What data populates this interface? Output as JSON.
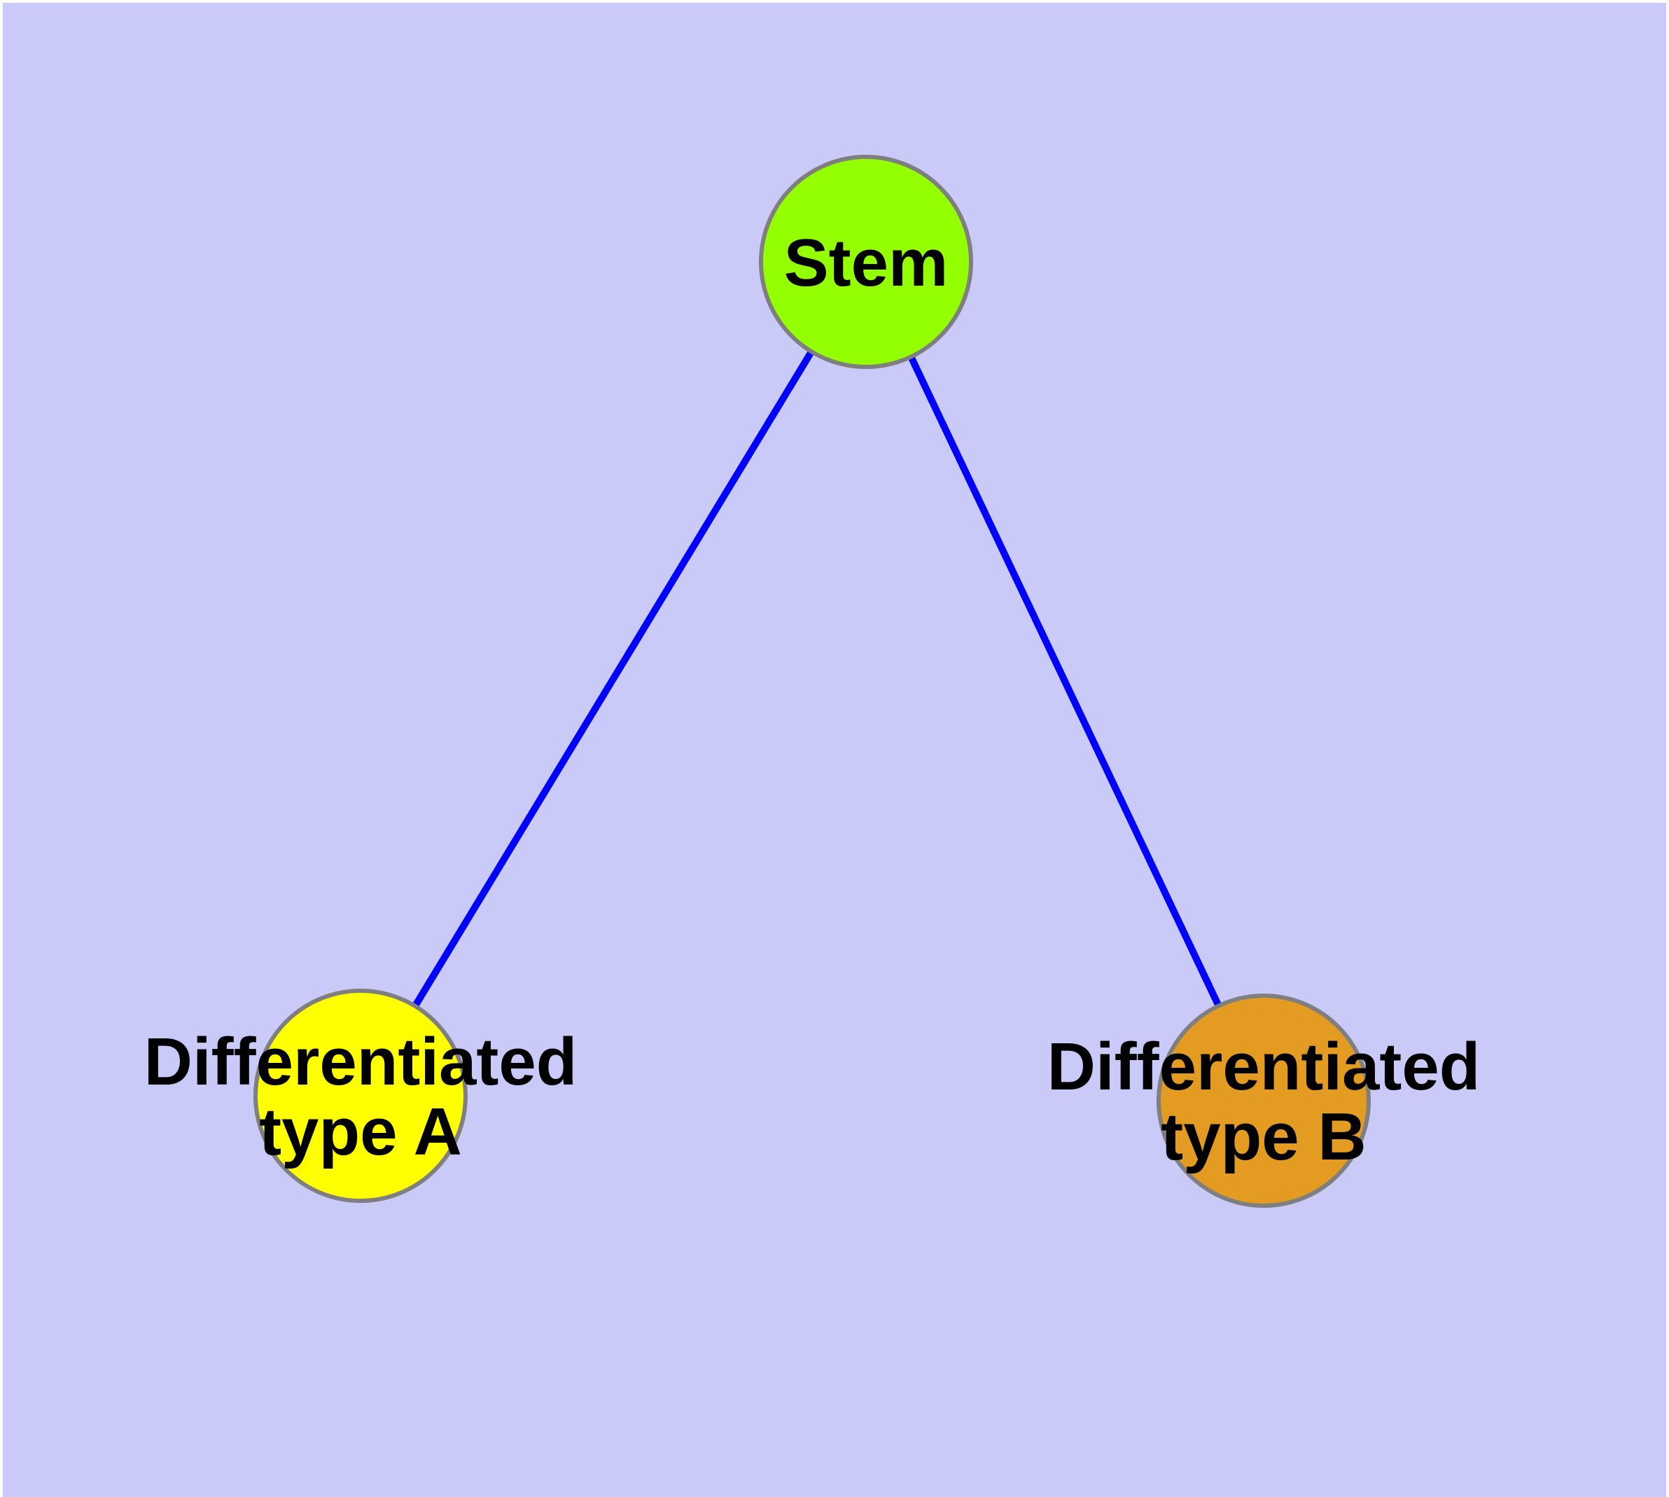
{
  "canvas": {
    "page_color": "#FFFFFF",
    "background_color": "#CACAF8"
  },
  "graph": {
    "edge_color": "#0000FF",
    "node_border_color": "#7F7F7F",
    "label_color": "#000000",
    "nodes": [
      {
        "id": "stem",
        "label": "Stem",
        "label_lines": [
          "Stem"
        ],
        "fill": "#94FF00"
      },
      {
        "id": "differentiated-type-a",
        "label": "Differentiated type A",
        "label_lines": [
          "Differentiated",
          "type A"
        ],
        "fill": "#FFFF00"
      },
      {
        "id": "differentiated-type-b",
        "label": "Differentiated type B",
        "label_lines": [
          "Differentiated",
          "type B"
        ],
        "fill": "#E49B22"
      }
    ],
    "edges": [
      {
        "from": "Stem",
        "to": "Differentiated type A"
      },
      {
        "from": "Stem",
        "to": "Differentiated type B"
      }
    ]
  }
}
